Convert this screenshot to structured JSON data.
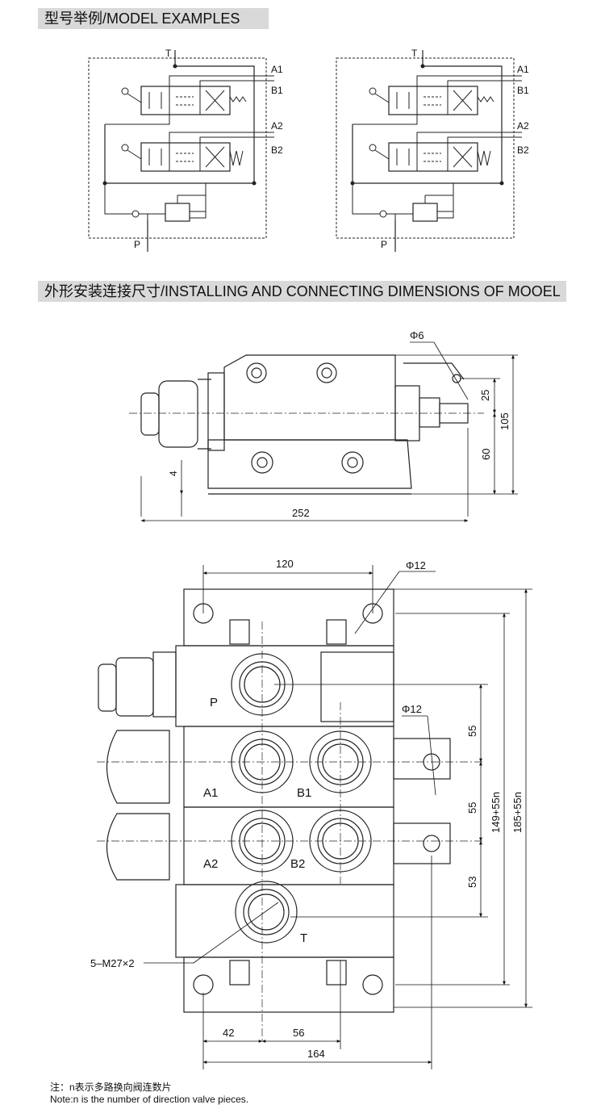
{
  "sections": {
    "model_examples": "型号举例/MODEL EXAMPLES",
    "dimensions": "外形安装连接尺寸/INSTALLING AND CONNECTING DIMENSIONS OF MOOEL"
  },
  "schematic": {
    "port_t": "T",
    "port_p": "P",
    "port_a1": "A1",
    "port_b1": "B1",
    "port_a2": "A2",
    "port_b2": "B2"
  },
  "side_view": {
    "dim_phi6": "Φ6",
    "dim_25": "25",
    "dim_105": "105",
    "dim_60": "60",
    "dim_4": "4",
    "dim_252": "252"
  },
  "front_view": {
    "dim_120": "120",
    "dim_phi12_top": "Φ12",
    "dim_phi12_side": "Φ12",
    "label_p": "P",
    "label_a1": "A1",
    "label_b1": "B1",
    "label_a2": "A2",
    "label_b2": "B2",
    "label_t": "T",
    "dim_55_a": "55",
    "dim_55_b": "55",
    "dim_53": "53",
    "dim_149": "149+55n",
    "dim_185": "185+55n",
    "thread_note": "5–M27×2",
    "dim_42": "42",
    "dim_56": "56",
    "dim_164": "164"
  },
  "notes": {
    "cn": "注：n表示多路换向阀连数片",
    "en": "Note:n is the number of direction valve pieces."
  }
}
